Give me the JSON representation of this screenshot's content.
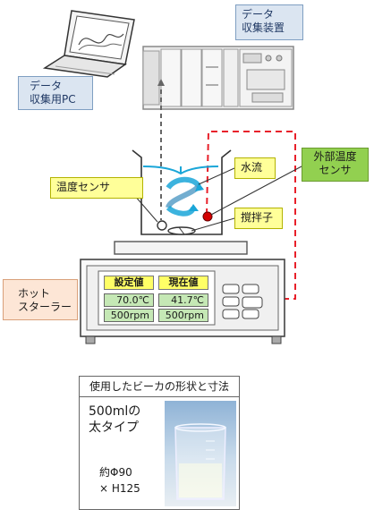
{
  "labels": {
    "pc": [
      "データ",
      "収集用PC"
    ],
    "device": [
      "データ",
      "収集装置"
    ],
    "temp_sensor": "温度センサ",
    "water_flow": "水流",
    "stirrer": "撹拌子",
    "ext_sensor": [
      "外部温度",
      "センサ"
    ],
    "hot_stirrer": [
      "ホット",
      "スターラー"
    ]
  },
  "panel": {
    "setting_caption": "設定値",
    "current_caption": "現在値",
    "setting_temp": "70.0℃",
    "setting_rpm": "500rpm",
    "current_temp": "41.7℃",
    "current_rpm": "500rpm"
  },
  "beaker": {
    "title": "使用したビーカの形状と寸法",
    "type": [
      "500mlの",
      "太タイプ"
    ],
    "dims": [
      "約Φ90",
      "× H125"
    ]
  },
  "colors": {
    "dashed_cable": "#e8202a",
    "water_flow": "#1aa6d8",
    "sensor_dot": "#d40000"
  }
}
